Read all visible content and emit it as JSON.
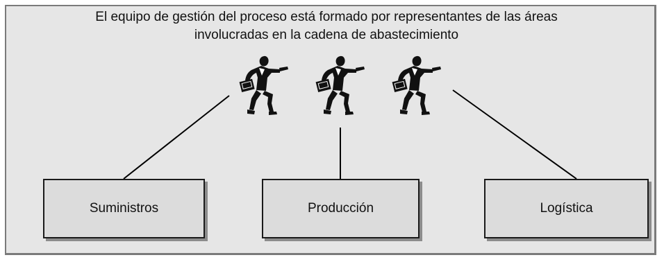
{
  "diagram": {
    "caption_line1": "El equipo de gestión del proceso está formado por representantes de las áreas",
    "caption_line2": "involucradas en la cadena de abastecimiento",
    "areas": [
      {
        "label": "Suministros"
      },
      {
        "label": "Producción"
      },
      {
        "label": "Logística"
      }
    ],
    "representative_icon": "businessman-with-briefcase-icon",
    "colors": {
      "panel": "#e6e6e6",
      "box": "#dcdcdc",
      "line": "#000000"
    }
  }
}
